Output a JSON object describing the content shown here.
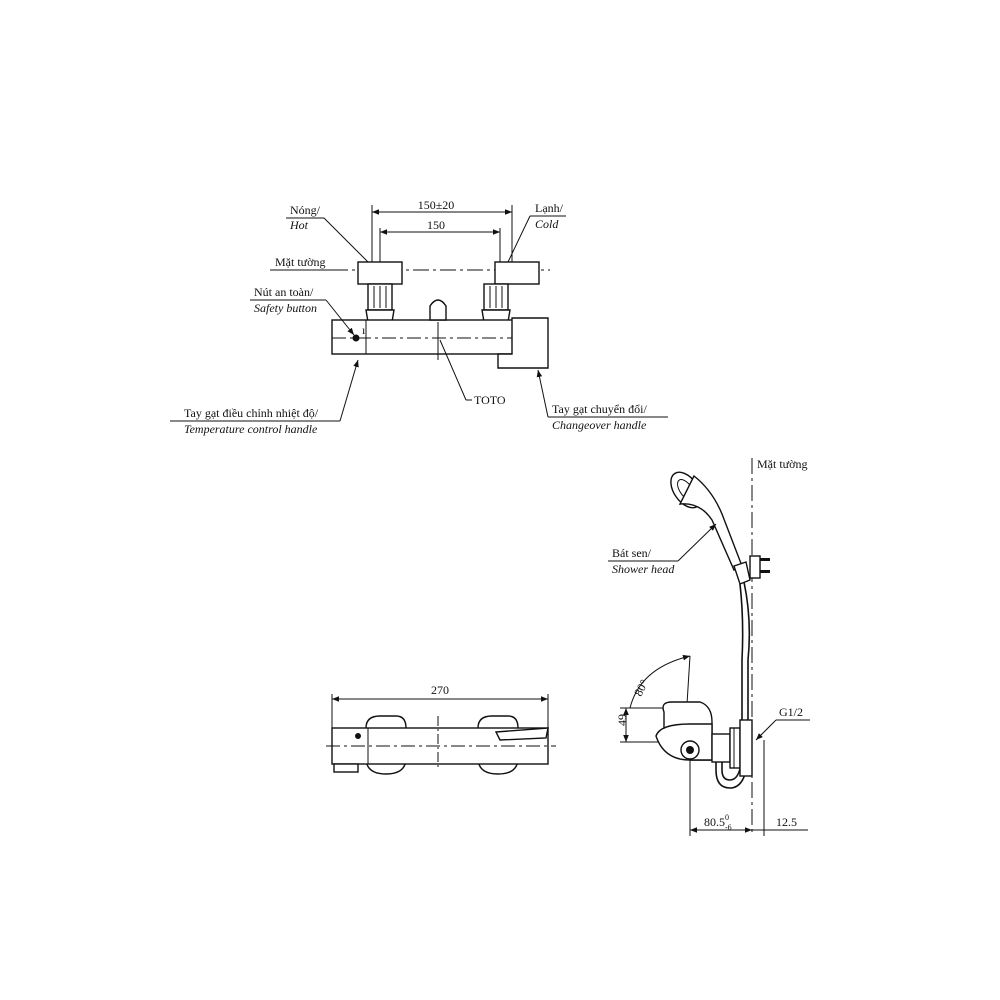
{
  "front_view": {
    "dim_outer": "150±20",
    "dim_inner": "150",
    "hot": {
      "vn": "Nóng/",
      "en": "Hot"
    },
    "cold": {
      "vn": "Lạnh/",
      "en": "Cold"
    },
    "wall": "Mặt tường",
    "safety": {
      "vn": "Nút an toàn/",
      "en": "Safety button"
    },
    "temp": {
      "vn": "Tay gạt điều chỉnh nhiệt độ/",
      "en": "Temperature control handle"
    },
    "brand": "TOTO",
    "changeover": {
      "vn": "Tay gạt chuyển đổi/",
      "en": "Changeover handle"
    }
  },
  "top_view": {
    "dim_length": "270"
  },
  "side_view": {
    "wall": "Mặt tường",
    "shower": {
      "vn": "Bát sen/",
      "en": "Shower head"
    },
    "angle": "80°",
    "height": "49",
    "thread": "G1/2",
    "depth_base": "80.5",
    "depth_sup": "0",
    "depth_sub": "-6",
    "wall_gap": "12.5"
  }
}
